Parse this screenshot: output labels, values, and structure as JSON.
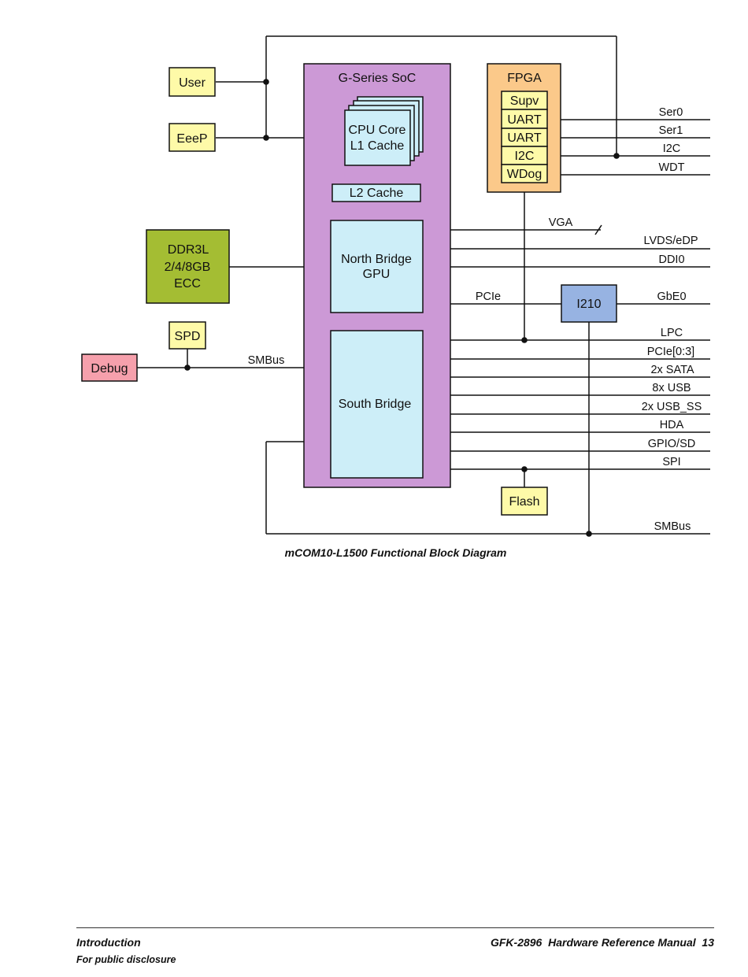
{
  "diagram": {
    "soc_title": "G-Series SoC",
    "cpu_line1": "CPU Core",
    "cpu_line2": "L1 Cache",
    "l2": "L2 Cache",
    "nb_line1": "North Bridge",
    "nb_line2": "GPU",
    "sb": "South Bridge",
    "user": "User",
    "eeep": "EeeP",
    "ddr_line1": "DDR3L",
    "ddr_line2": "2/4/8GB",
    "ddr_line3": "ECC",
    "spd": "SPD",
    "debug": "Debug",
    "smbus_left": "SMBus",
    "fpga_title": "FPGA",
    "fpga_supv": "Supv",
    "fpga_uart1": "UART",
    "fpga_uart2": "UART",
    "fpga_i2c": "I2C",
    "fpga_wdog": "WDog",
    "i210": "I210",
    "flash": "Flash",
    "pcie_mid": "PCIe",
    "vga": "VGA",
    "signals": {
      "ser0": "Ser0",
      "ser1": "Ser1",
      "i2c": "I2C",
      "wdt": "WDT",
      "lvds": "LVDS/eDP",
      "ddi0": "DDI0",
      "gbe0": "GbE0",
      "lpc": "LPC",
      "pcie03": "PCIe[0:3]",
      "sata": "2x SATA",
      "usb": "8x USB",
      "usbss": "2x USB_SS",
      "hda": "HDA",
      "gpio": "GPIO/SD",
      "spi": "SPI",
      "smbus": "SMBus"
    },
    "caption": "mCOM10-L1500 Functional Block Diagram"
  },
  "footer": {
    "left": "Introduction",
    "right": "GFK-2896  Hardware Reference Manual  13",
    "note": "For public disclosure"
  },
  "colors": {
    "soc": "#cc99d6",
    "light_blue": "#cdeef8",
    "yellow": "#fefaa8",
    "ddr": "#a4bd33",
    "debug": "#f6a0ac",
    "fpga": "#fbc98a",
    "i210": "#97b3e2"
  }
}
